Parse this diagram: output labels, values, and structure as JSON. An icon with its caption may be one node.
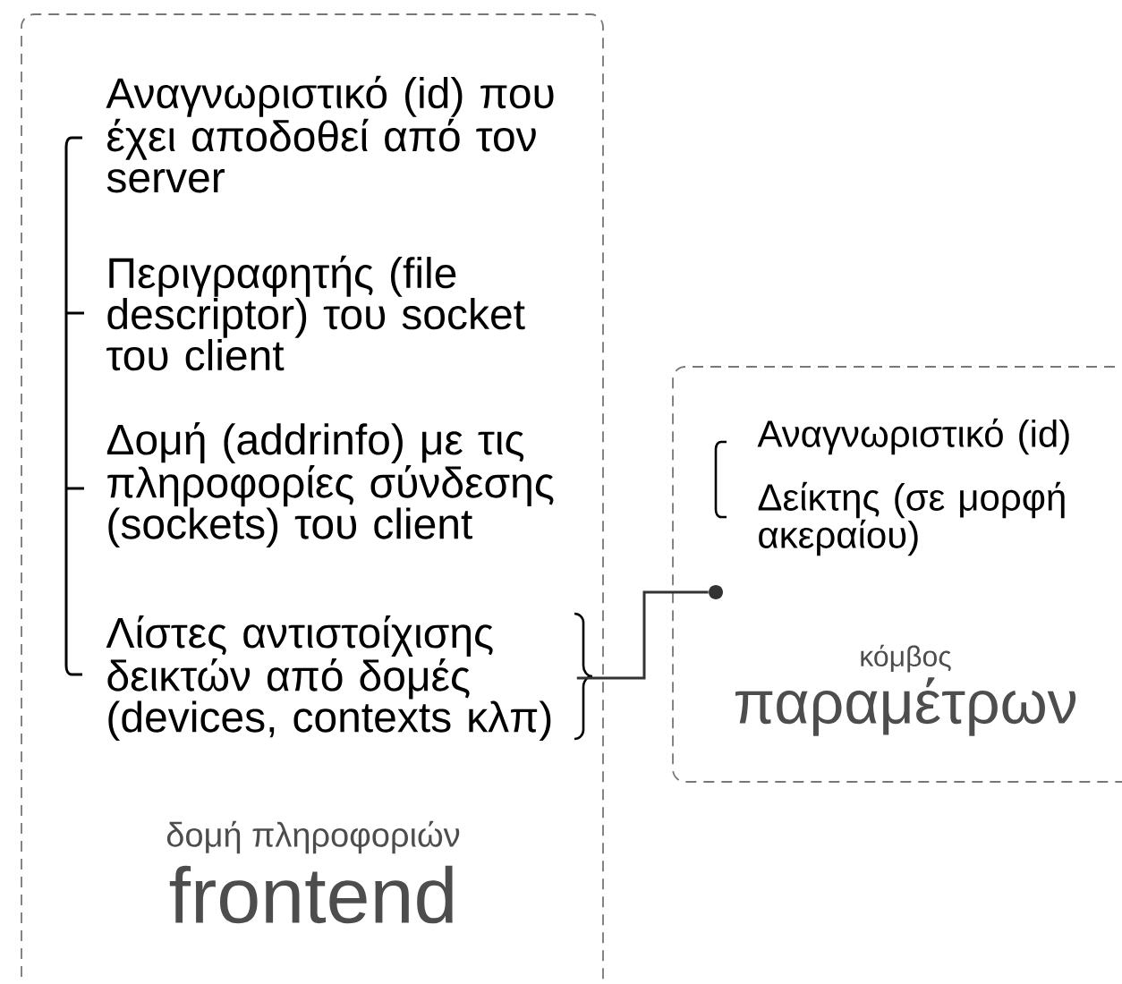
{
  "diagram": {
    "nodes": [
      {
        "text": [
          "δομή πληροφοριών",
          "frontend"
        ]
      },
      {
        "text": [
          "Αναγνωριστικό (id) που έχει αποδοθεί από τον server"
        ],
        "in": 0
      },
      {
        "text": [
          "Περιγραφητής (file descriptor) του socket του client"
        ],
        "in": 0
      },
      {
        "text": [
          "Δομή (addrinfo) με τις πληροφορίες σύνδεσης (sockets) του client"
        ],
        "in": 0
      },
      {
        "text": [
          "Λίστες αντιστοίχισης δεικτών από δομές (devices, contexts κλπ)"
        ],
        "in": 0
      },
      {
        "text": [
          "κόμβος",
          "παραμέτρων"
        ]
      },
      {
        "text": [
          "Αναγνωριστικό (id)"
        ],
        "in": 5
      },
      {
        "text": [
          "Δείκτης (σε μορφή ακεραίου)"
        ],
        "in": 5
      },
      {
        "text": [],
        "shape": "circle",
        "in": 5
      }
    ],
    "edges": [
      {
        "from": 4,
        "to": 8,
        "arrow": "none"
      }
    ]
  }
}
